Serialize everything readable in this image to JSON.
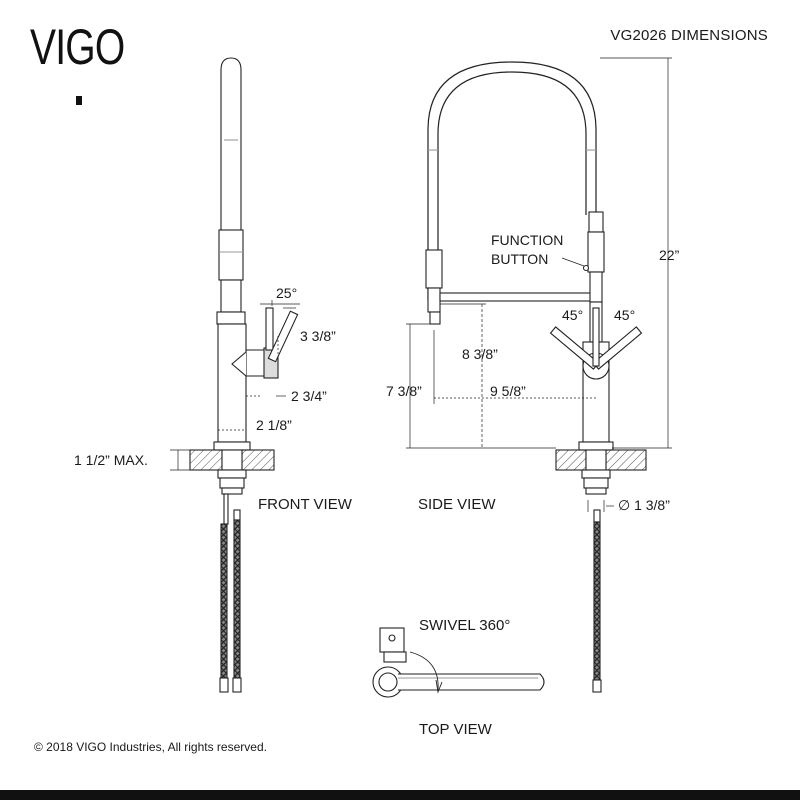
{
  "brand": {
    "logo_text": "VIGO"
  },
  "title": "VG2026 DIMENSIONS",
  "views": {
    "front": "FRONT VIEW",
    "side": "SIDE VIEW",
    "top": "TOP VIEW"
  },
  "labels": {
    "angle_25": "25°",
    "handle_height": "3 3/8”",
    "handle_offset": "2 3/4”",
    "base_width": "2 1/8”",
    "deck_max": "1 1/2” MAX.",
    "function_button_line1": "FUNCTION",
    "function_button_line2": "BUTTON",
    "total_height": "22”",
    "angle_left": "45°",
    "angle_right": "45°",
    "spout_height": "8 3/8”",
    "spout_clearance": "7 3/8”",
    "spout_reach": "9 5/8”",
    "hole_diameter": "∅ 1 3/8”",
    "swivel": "SWIVEL 360°"
  },
  "copyright": "© 2018 VIGO Industries, All rights reserved."
}
